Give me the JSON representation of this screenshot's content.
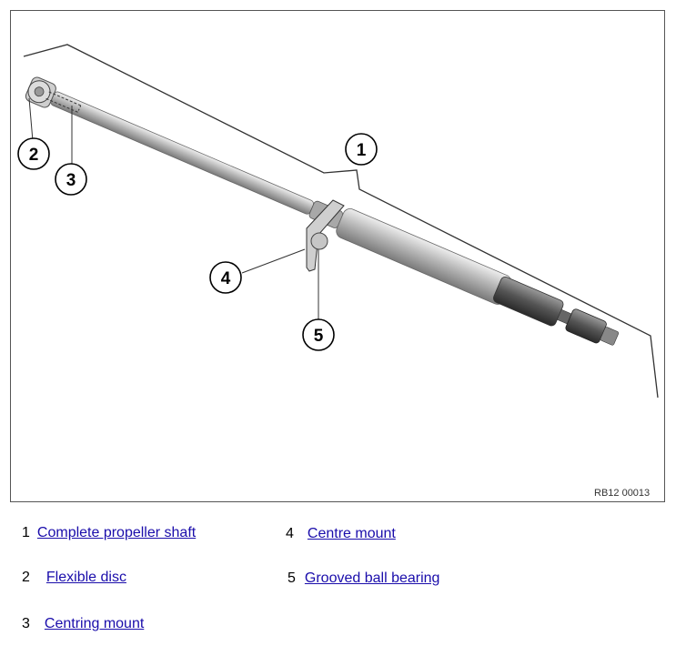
{
  "figure": {
    "reference_code": "RB12 00013",
    "callouts": [
      "1",
      "2",
      "3",
      "4",
      "5"
    ]
  },
  "legend": [
    {
      "number": "1",
      "label": "Complete propeller shaft"
    },
    {
      "number": "2",
      "label": "Flexible disc"
    },
    {
      "number": "3",
      "label": "Centring mount"
    },
    {
      "number": "4",
      "label": "Centre mount"
    },
    {
      "number": "5",
      "label": "Grooved ball bearing"
    }
  ],
  "colors": {
    "link": "#1a0dab",
    "border": "#555555"
  }
}
